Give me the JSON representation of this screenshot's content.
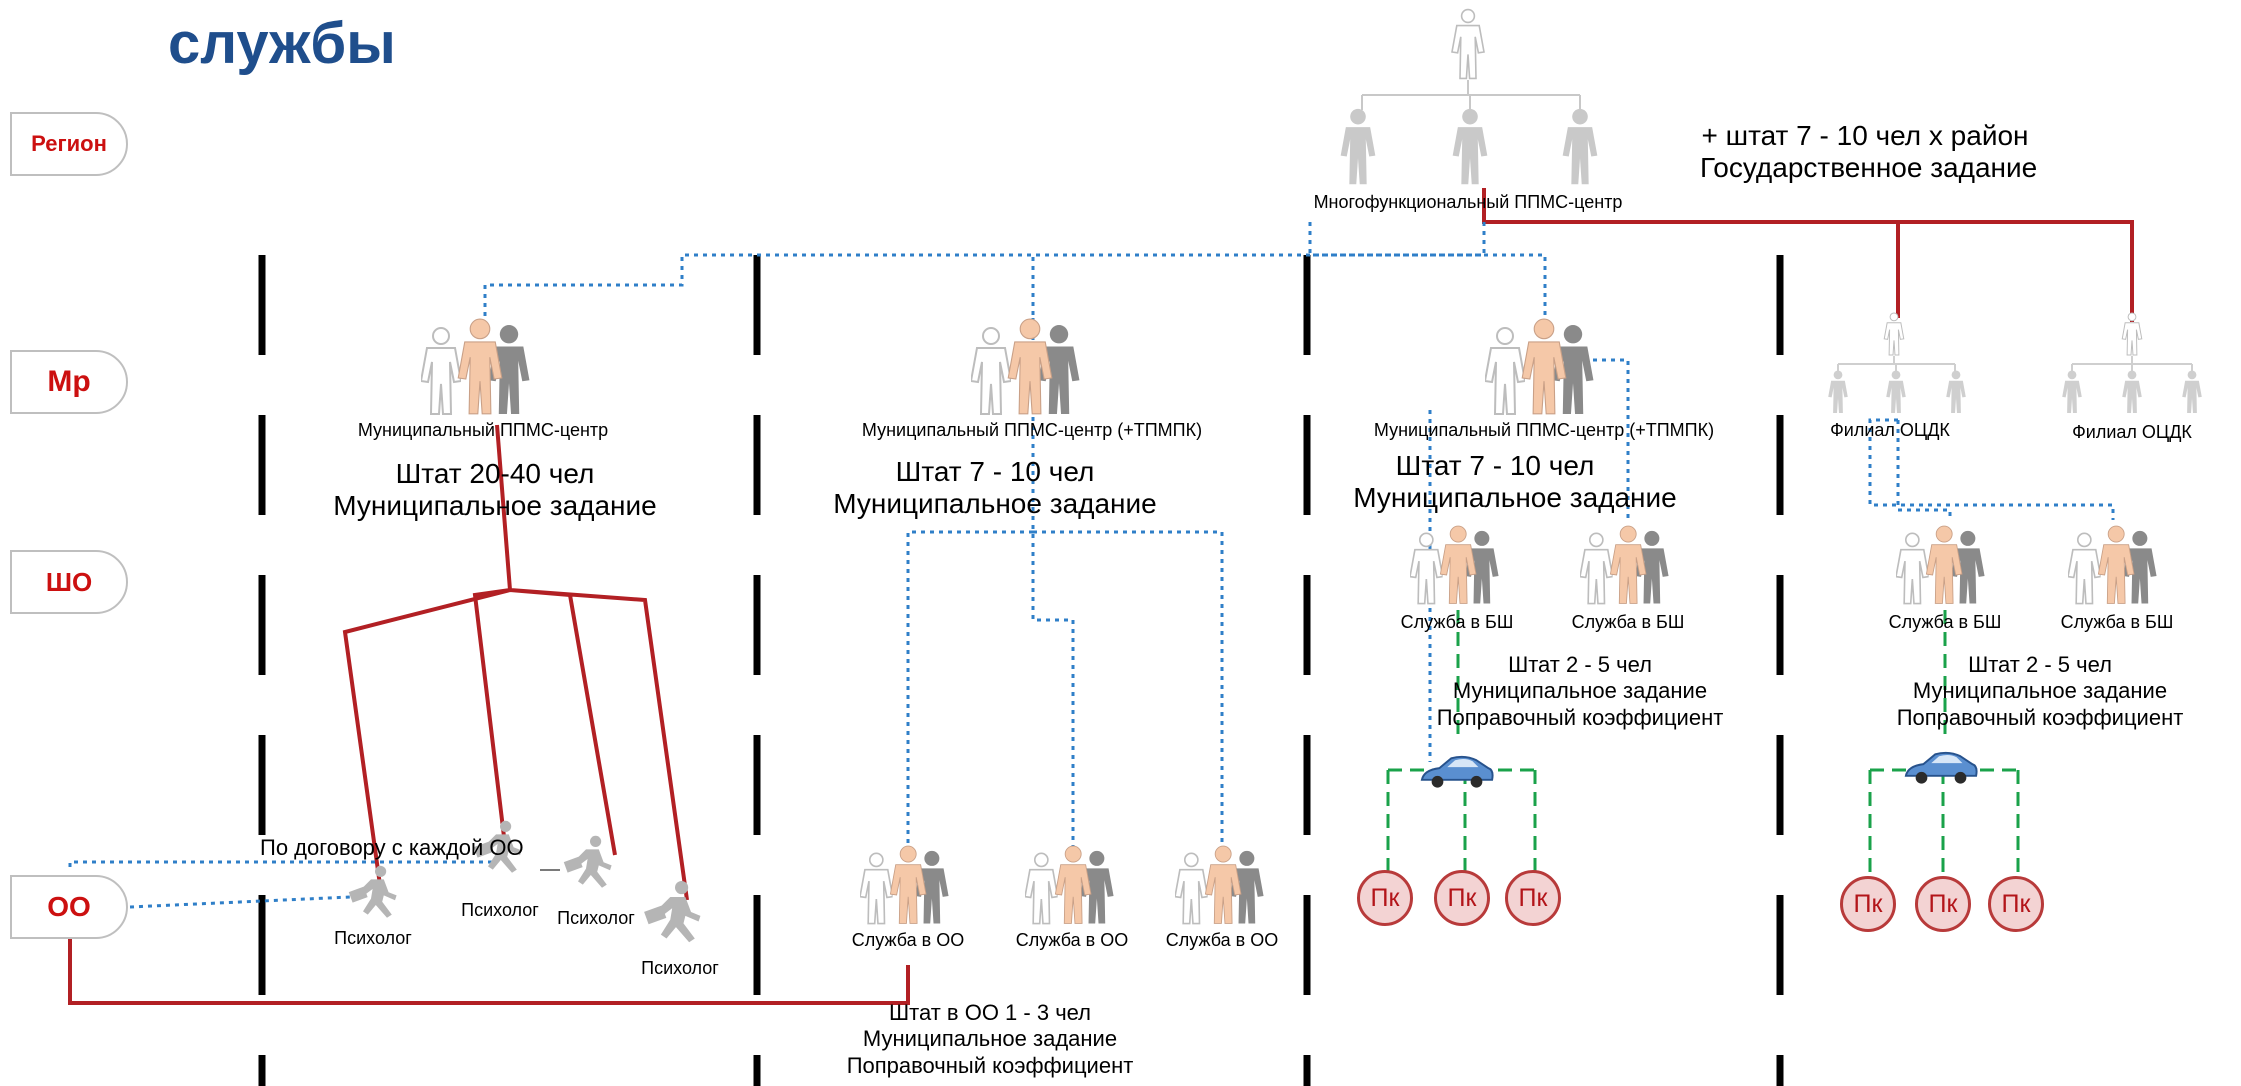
{
  "title": "службы",
  "levels": {
    "region": "Регион",
    "mr": "Мр",
    "sho": "ШО",
    "oo": "ОО"
  },
  "top": {
    "center_label": "Многофункциональный ППМС-центр",
    "staff_line1": "+ штат 7 - 10 чел х район",
    "staff_line2": "Государственное задание"
  },
  "col1": {
    "center_label": "Муниципальный ППМС-центр",
    "staff": "Штат 20-40 чел",
    "task": "Муниципальное задание",
    "contract": "По договору с каждой ОО",
    "psych": [
      "Психолог",
      "Психолог",
      "Психолог",
      "Психолог"
    ]
  },
  "col2": {
    "center_label": "Муниципальный ППМС-центр (+ТПМПК)",
    "staff": "Штат 7 - 10 чел",
    "task": "Муниципальное задание",
    "services": [
      "Служба в ОО",
      "Служба в ОО",
      "Служба в ОО"
    ],
    "oo_staff": "Штат в ОО 1 - 3 чел",
    "oo_task": "Муниципальное задание",
    "oo_coef": "Поправочный коэффициент"
  },
  "col3": {
    "center_label": "Муниципальный ППМС-центр (+ТПМПК)",
    "staff": "Штат 7 - 10 чел",
    "task": "Муниципальное задание",
    "services": [
      "Служба в БШ",
      "Служба в БШ"
    ],
    "sub_staff": "Штат 2 - 5 чел",
    "sub_task": "Муниципальное задание",
    "sub_coef": "Поправочный коэффициент",
    "pk": [
      "Пк",
      "Пк",
      "Пк"
    ]
  },
  "col4": {
    "branches": [
      "Филиал ОЦДК",
      "Филиал ОЦДК"
    ],
    "services": [
      "Служба в БШ",
      "Служба в БШ"
    ],
    "sub_staff": "Штат 2 - 5 чел",
    "sub_task": "Муниципальное задание",
    "sub_coef": "Поправочный коэффициент",
    "pk": [
      "Пк",
      "Пк",
      "Пк"
    ]
  },
  "colors": {
    "title": "#1f4e8c",
    "level_text": "#cc1010",
    "red_line": "#b22024",
    "blue_dotted": "#2f7fc8",
    "green_dashed": "#1aa24a",
    "person_peach": "#f5c8a8",
    "person_gray": "#8a8a8a"
  },
  "icons": [
    "person-group-icon",
    "person-icon",
    "running-psychologist-icon",
    "car-icon"
  ]
}
